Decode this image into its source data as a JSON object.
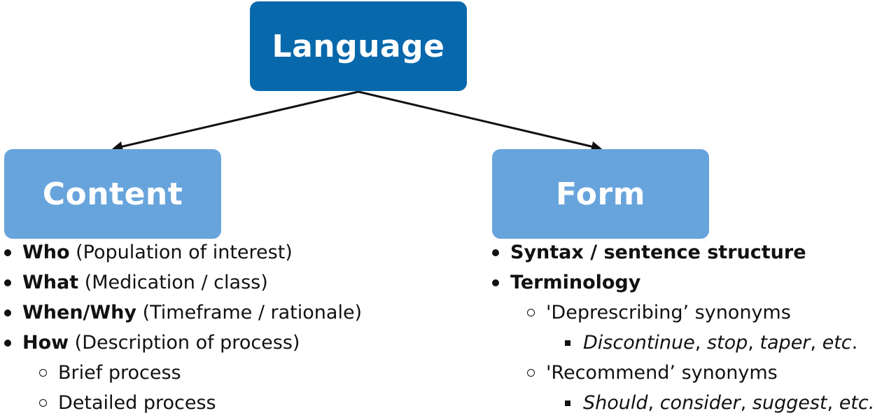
{
  "root": {
    "label": "Language"
  },
  "content": {
    "label": "Content",
    "items": [
      {
        "bold": "Who",
        "rest": " (Population of interest)"
      },
      {
        "bold": "What",
        "rest": " (Medication / class)"
      },
      {
        "bold": "When/Why",
        "rest": " (Timeframe / rationale)"
      },
      {
        "bold": "How",
        "rest": " (Description of process)"
      }
    ],
    "sub_items": [
      "Brief process",
      "Detailed process"
    ]
  },
  "form": {
    "label": "Form",
    "items": [
      "Syntax / sentence structure",
      "Terminology"
    ],
    "sub_a": {
      "label": "'Deprescribing’ synonyms",
      "examples": [
        "Discontinue",
        ", ",
        "stop",
        ", ",
        "taper",
        ", ",
        "etc",
        "."
      ]
    },
    "sub_b": {
      "label": "'Recommend’ synonyms",
      "examples": [
        "Should",
        ", ",
        "consider",
        ", ",
        "suggest",
        ", ",
        "etc."
      ]
    }
  },
  "colors": {
    "root_fill": "#0868ac",
    "child_fill": "#68a4dc",
    "arrow": "#111111"
  }
}
